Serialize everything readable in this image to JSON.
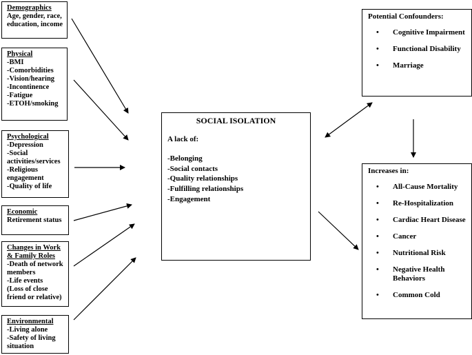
{
  "left_boxes": [
    {
      "key": "demographics",
      "title": "Demographics",
      "lines": [
        "Age, gender, race,",
        "education, income"
      ]
    },
    {
      "key": "physical",
      "title": "Physical",
      "lines": [
        "-BMI",
        "-Comorbidities",
        "-Vision/hearing",
        "-Incontinence",
        "-Fatigue",
        "-ETOH/smoking"
      ]
    },
    {
      "key": "psychological",
      "title": "Psychological",
      "lines": [
        "-Depression",
        "-Social",
        "activities/services",
        "-Religious",
        "engagement",
        "-Quality of life"
      ]
    },
    {
      "key": "economic",
      "title": "Economic",
      "lines": [
        "Retirement status"
      ]
    },
    {
      "key": "work_family",
      "title": "Changes in Work",
      "title2": "& Family Roles",
      "lines": [
        "-Death of network",
        "members",
        "-Life events",
        "(Loss of close",
        "friend or relative)"
      ]
    },
    {
      "key": "environmental",
      "title": "Environmental",
      "lines": [
        "-Living alone",
        "-Safety of living",
        "situation"
      ]
    }
  ],
  "center": {
    "title": "SOCIAL ISOLATION",
    "subtitle": "A lack of:",
    "lines": [
      "-Belonging",
      "-Social contacts",
      "-Quality relationships",
      "-Fulfilling relationships",
      "-Engagement"
    ]
  },
  "confounders": {
    "title": "Potential Confounders:",
    "items": [
      "Cognitive Impairment",
      "Functional Disability",
      "Marriage"
    ]
  },
  "increases": {
    "title": "Increases in:",
    "items": [
      "All-Cause Mortality",
      "Re-Hospitalization",
      "Cardiac Heart Disease",
      "Cancer",
      "Nutritional Risk",
      "Negative Health Behaviors",
      "Common Cold"
    ]
  }
}
